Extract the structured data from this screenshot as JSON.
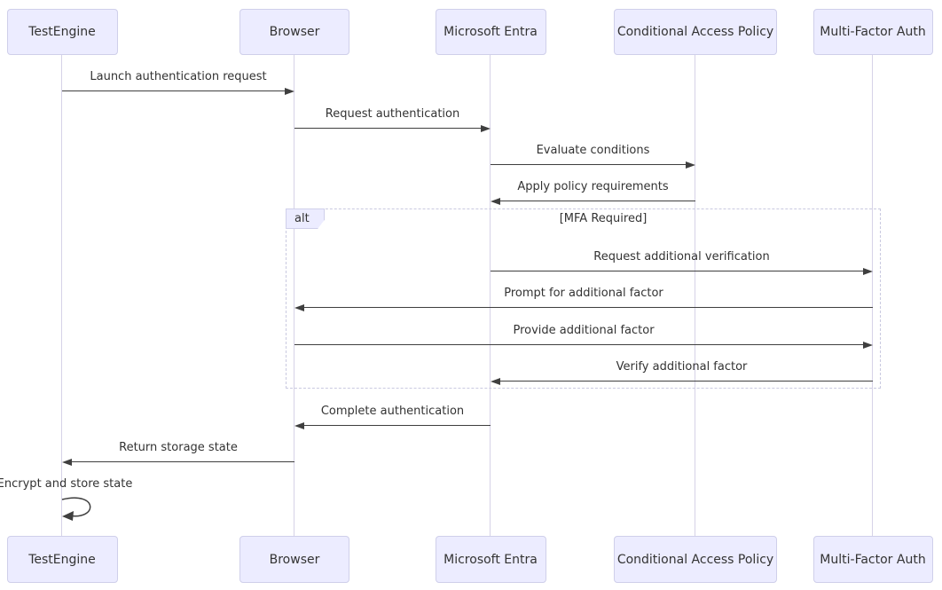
{
  "diagram": {
    "type": "sequence-diagram",
    "actors": [
      {
        "id": "testengine",
        "label": "TestEngine"
      },
      {
        "id": "browser",
        "label": "Browser"
      },
      {
        "id": "microsoft-entra",
        "label": "Microsoft Entra"
      },
      {
        "id": "conditional-access-policy",
        "label": "Conditional Access Policy"
      },
      {
        "id": "multi-factor-auth",
        "label": "Multi-Factor Auth"
      }
    ],
    "messages": [
      {
        "from": 0,
        "to": 1,
        "text": "Launch authentication request"
      },
      {
        "from": 1,
        "to": 2,
        "text": "Request authentication"
      },
      {
        "from": 2,
        "to": 3,
        "text": "Evaluate conditions"
      },
      {
        "from": 3,
        "to": 2,
        "text": "Apply policy requirements"
      },
      {
        "from": 2,
        "to": 4,
        "text": "Request additional verification"
      },
      {
        "from": 4,
        "to": 1,
        "text": "Prompt for additional factor"
      },
      {
        "from": 1,
        "to": 4,
        "text": "Provide additional factor"
      },
      {
        "from": 4,
        "to": 2,
        "text": "Verify additional factor"
      },
      {
        "from": 2,
        "to": 1,
        "text": "Complete authentication"
      },
      {
        "from": 1,
        "to": 0,
        "text": "Return storage state"
      }
    ],
    "self_message": {
      "actor": 0,
      "text": "Encrypt and store state"
    },
    "fragment": {
      "label": "alt",
      "condition": "[MFA Required]"
    },
    "colors": {
      "actor_fill": "#ECECFF",
      "actor_border": "#CFCFEA",
      "lifeline": "#D6D2E7",
      "arrow": "#3F3F3F",
      "text": "#333333",
      "fragment_border": "#C9C9E0",
      "background": "#FFFFFF"
    }
  }
}
